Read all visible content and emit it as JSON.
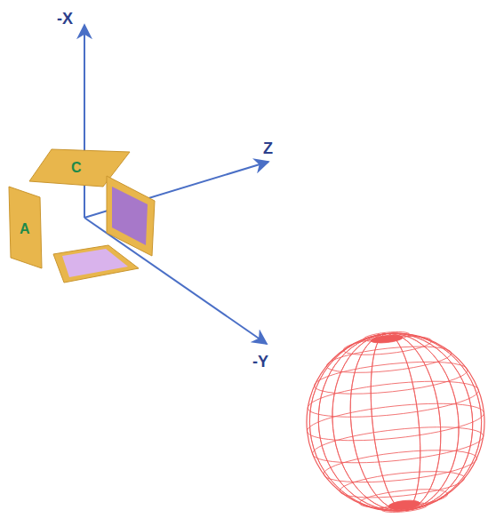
{
  "diagram": {
    "labels": [
      "-X",
      "Z",
      "-Y",
      "C",
      "A"
    ]
  }
}
